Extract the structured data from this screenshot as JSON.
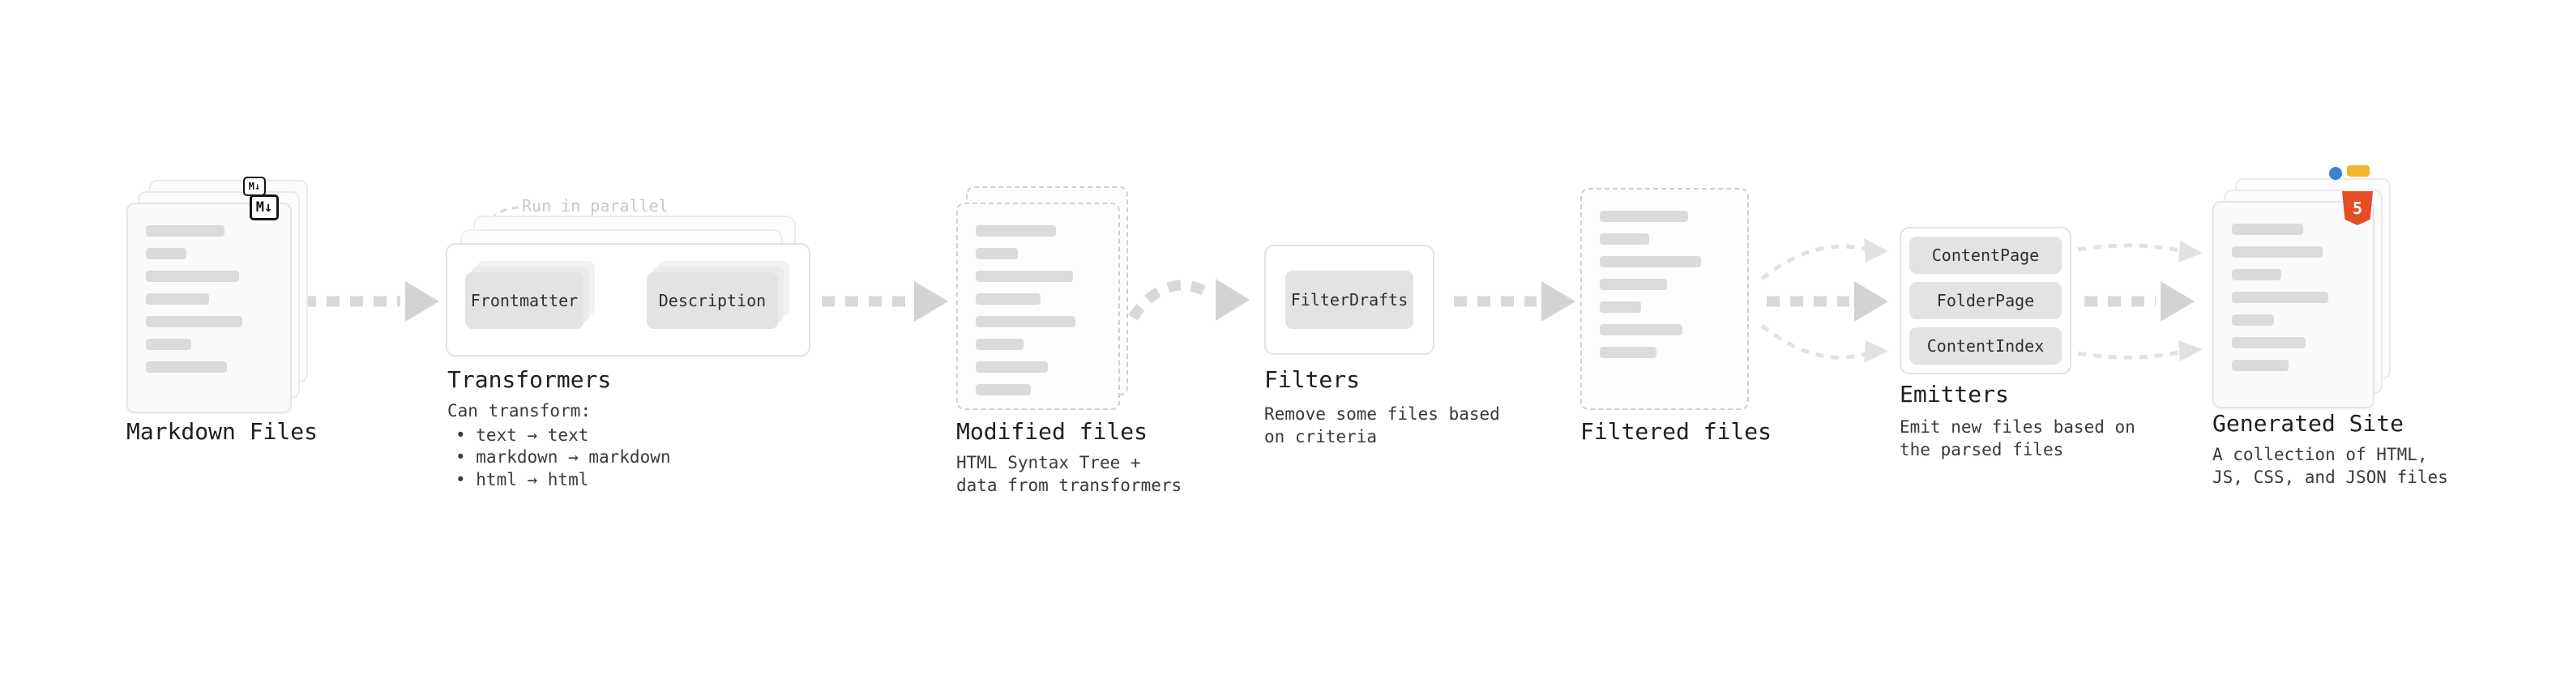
{
  "diagram": {
    "markdown_files": {
      "label": "Markdown Files",
      "badge": "M↓",
      "badge_small": "M↓"
    },
    "transformers": {
      "annotation": "Run in parallel",
      "step1": "Frontmatter",
      "step2": "Description",
      "label": "Transformers",
      "desc_title": "Can transform:",
      "bullet1": "• text → text",
      "bullet2": "• markdown → markdown",
      "bullet3": "• html → html"
    },
    "modified_files": {
      "label": "Modified files",
      "desc": "HTML Syntax Tree +\ndata from transformers"
    },
    "filters": {
      "button": "FilterDrafts",
      "label": "Filters",
      "desc": "Remove some files based\non criteria"
    },
    "filtered_files": {
      "label": "Filtered files"
    },
    "emitters": {
      "button1": "ContentPage",
      "button2": "FolderPage",
      "button3": "ContentIndex",
      "label": "Emitters",
      "desc": "Emit new files based on\nthe parsed files"
    },
    "generated_site": {
      "label": "Generated Site",
      "badge": "5",
      "desc": "A collection of HTML,\nJS, CSS, and JSON files"
    }
  },
  "colors": {
    "arrow_gray": "#d8d8d8",
    "node_button_bg": "#e3e3e3",
    "markdown_badge_border": "#141414",
    "html5_badge": "#e44d26",
    "file_dot_blue": "#3f7fd6",
    "file_chip_yellow": "#efb62a"
  }
}
